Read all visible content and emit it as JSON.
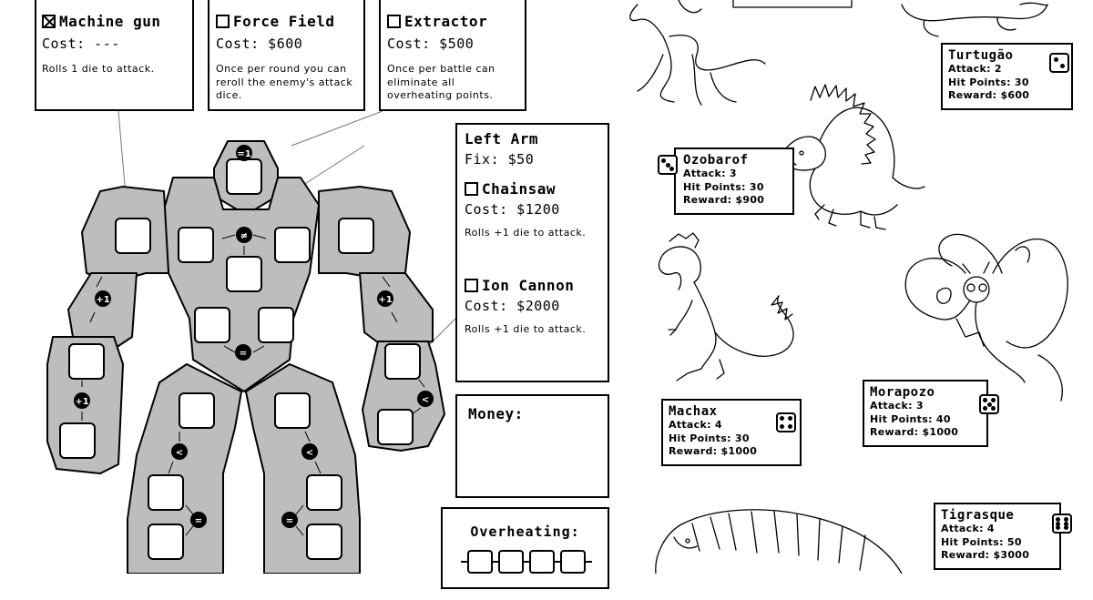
{
  "upgrades": [
    {
      "name": "Machine gun",
      "checked": true,
      "cost": "Cost: ---",
      "desc": "Rolls 1 die to attack."
    },
    {
      "name": "Force Field",
      "checked": false,
      "cost": "Cost: $600",
      "desc": "Once per round you can reroll the enemy's attack dice."
    },
    {
      "name": "Extractor",
      "checked": false,
      "cost": "Cost: $500",
      "desc": "Once per battle can eliminate all overheating points."
    }
  ],
  "left_arm": {
    "title": "Left Arm",
    "fix": "Fix: $50",
    "items": [
      {
        "name": "Chainsaw",
        "cost": "Cost: $1200",
        "desc": "Rolls +1 die to attack."
      },
      {
        "name": "Ion Cannon",
        "cost": "Cost: $2000",
        "desc": "Rolls +1 die to attack."
      }
    ]
  },
  "money": {
    "label": "Money:"
  },
  "overheating": {
    "label": "Overheating:"
  },
  "robot_symbols": [
    "=1",
    "≠",
    "+1",
    "+1",
    "+1",
    "=",
    "<",
    "<",
    "=",
    "=",
    "<"
  ],
  "monsters": [
    {
      "name": "Turtugão",
      "attack": "Attack: 2",
      "hp": "Hit Points: 30",
      "reward": "Reward: $600",
      "die": 2
    },
    {
      "name": "Ozobarof",
      "attack": "Attack: 3",
      "hp": "Hit Points: 30",
      "reward": "Reward: $900",
      "die": 3
    },
    {
      "name": "Machax",
      "attack": "Attack: 4",
      "hp": "Hit Points: 30",
      "reward": "Reward: $1000",
      "die": 4
    },
    {
      "name": "Morapozo",
      "attack": "Attack: 3",
      "hp": "Hit Points: 40",
      "reward": "Reward: $1000",
      "die": 5
    },
    {
      "name": "Tigrasque",
      "attack": "Attack: 4",
      "hp": "Hit Points: 50",
      "reward": "Reward: $3000",
      "die": 6
    }
  ],
  "colors": {
    "robot_fill": "#bdbdbd",
    "line": "#000000",
    "paper": "#ffffff"
  }
}
